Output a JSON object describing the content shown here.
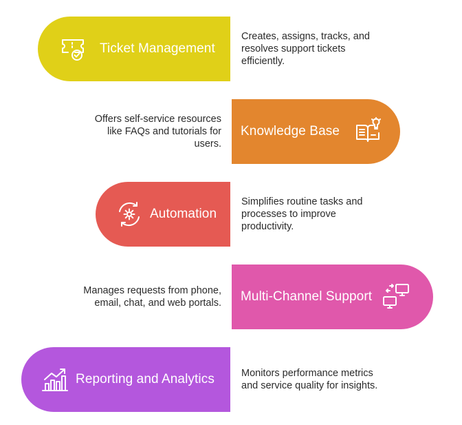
{
  "features": [
    {
      "title": "Ticket Management",
      "desc": [
        "Creates, assigns, tracks, and",
        "resolves support tickets",
        "efficiently."
      ],
      "color": "#e0d018",
      "icon": "ticket-check-icon"
    },
    {
      "title": "Knowledge Base",
      "desc": [
        "Offers self-service resources",
        "like FAQs and tutorials for",
        "users."
      ],
      "color": "#e3862e",
      "icon": "book-lightbulb-icon"
    },
    {
      "title": "Automation",
      "desc": [
        "Simplifies routine tasks and",
        "processes to improve",
        "productivity."
      ],
      "color": "#e55a53",
      "icon": "gear-cycle-icon"
    },
    {
      "title": "Multi-Channel Support",
      "desc": [
        "Manages requests from phone,",
        "email, chat, and web portals."
      ],
      "color": "#e058ab",
      "icon": "monitors-sync-icon"
    },
    {
      "title": "Reporting and Analytics",
      "desc": [
        "Monitors performance metrics",
        "and service quality for insights."
      ],
      "color": "#b457dd",
      "icon": "bar-chart-growth-icon"
    }
  ]
}
